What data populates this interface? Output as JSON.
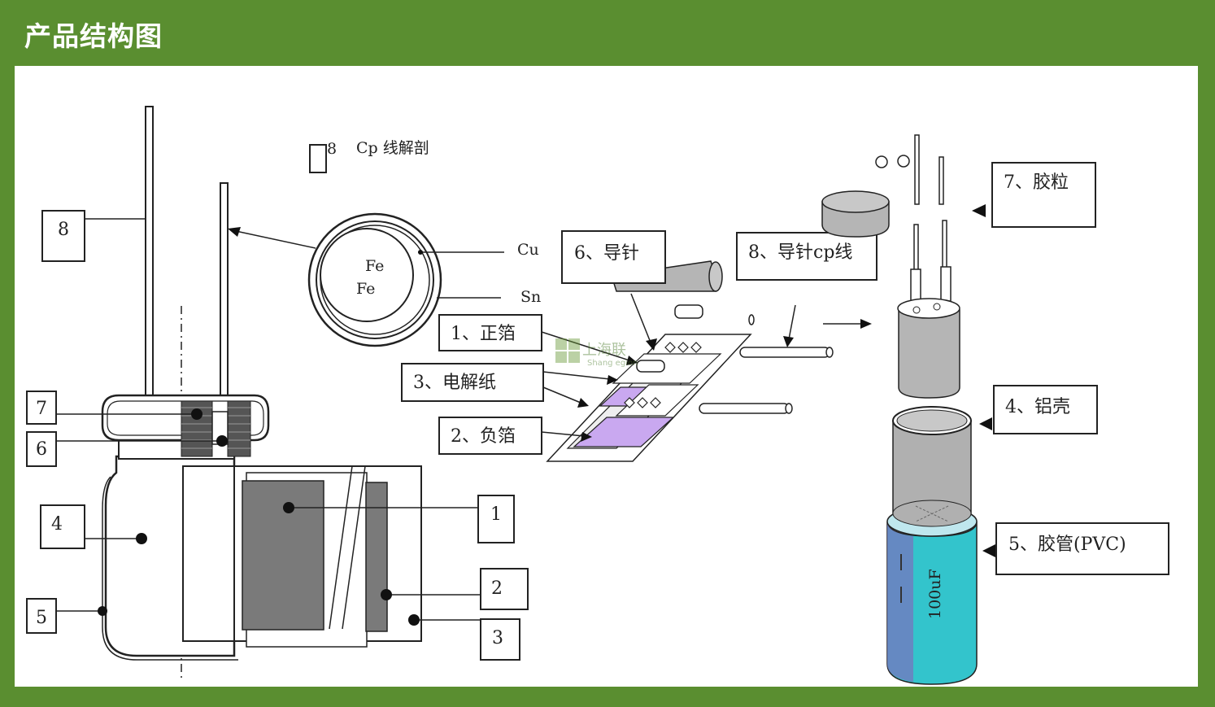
{
  "header": {
    "title": "产品结构图"
  },
  "legend_note": {
    "number": "8",
    "text": "Cp 线解剖"
  },
  "cross_section": {
    "inner1": "Fe",
    "inner2": "Fe",
    "outer_top": "Cu",
    "outer_bottom": "Sn"
  },
  "left_labels": [
    "8",
    "7",
    "6",
    "4",
    "5"
  ],
  "right_labels": [
    "1",
    "2",
    "3"
  ],
  "assembly_labels": {
    "guide_pin": "6、导针",
    "pos_foil": "1、正箔",
    "paper": "3、电解纸",
    "neg_foil": "2、负箔",
    "cp_wire": "8、导针cp线",
    "rubber": "7、胶粒",
    "case": "4、铝壳",
    "sleeve": "5、胶管(PVC)"
  },
  "capacitor_marking": "100uF",
  "watermark": {
    "line1": "上海联",
    "line2": "Shang    egion"
  },
  "colors": {
    "header_bg": "#5a8e30",
    "foil_purple": "#c9a8f0",
    "sleeve_teal": "#33c4cc",
    "sleeve_blue": "#6f7fc0"
  }
}
